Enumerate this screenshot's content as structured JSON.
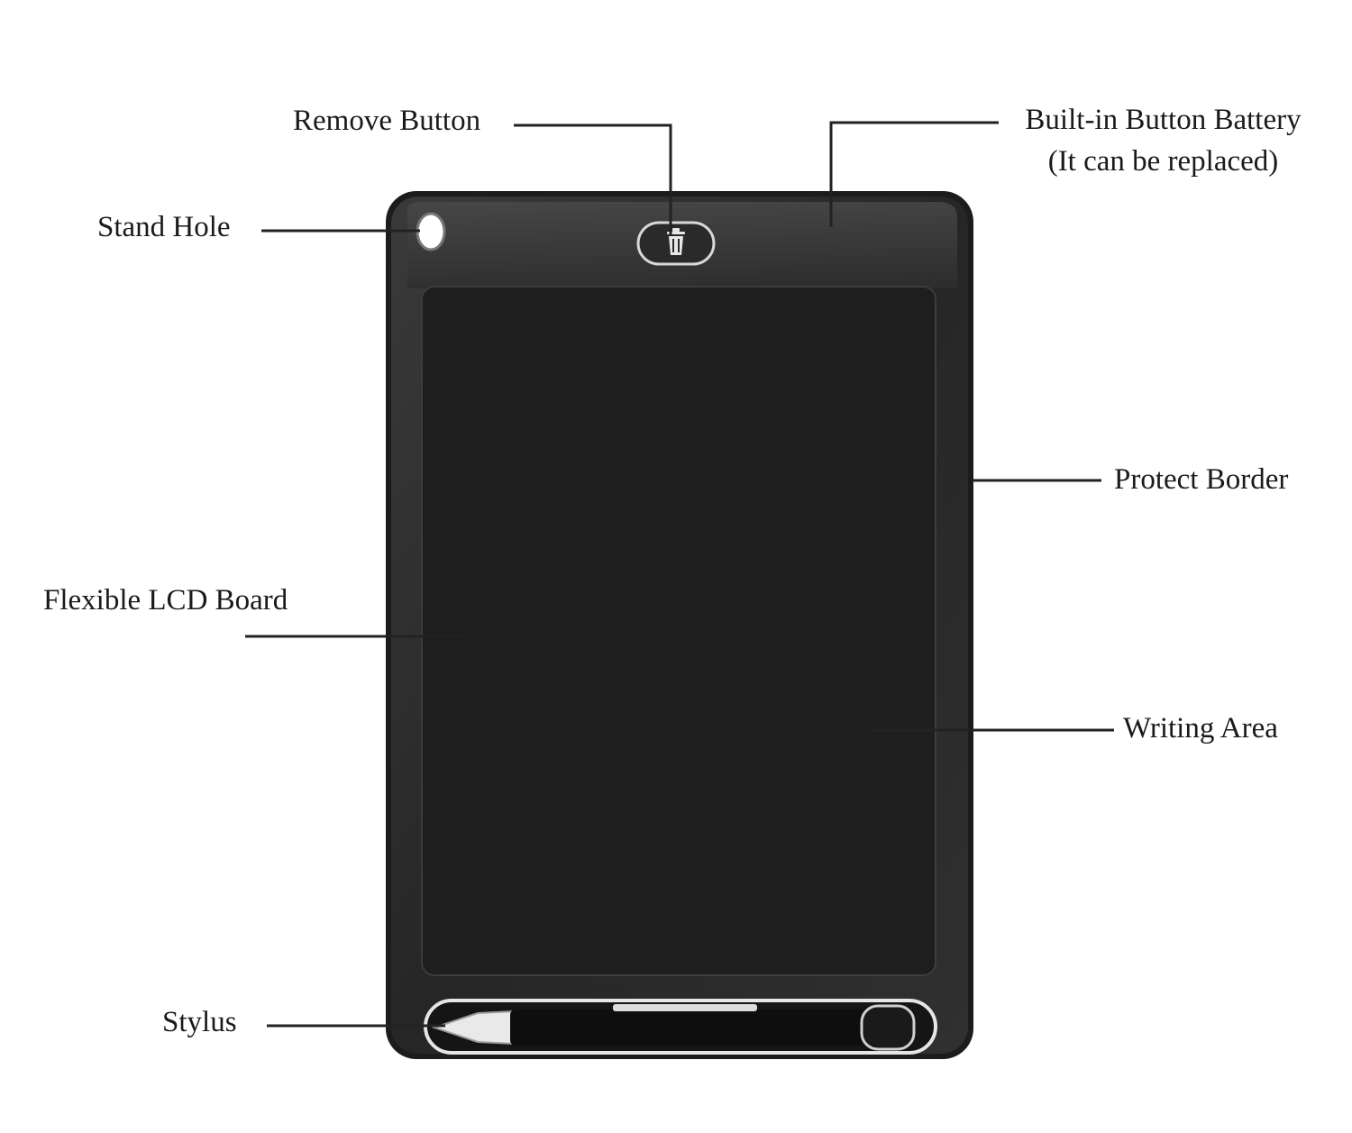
{
  "labels": {
    "remove_button": "Remove Button",
    "battery_line1": "Built-in Button Battery",
    "battery_line2": "(It can be replaced)",
    "stand_hole": "Stand Hole",
    "protect_border": "Protect Border",
    "flexible_lcd": "Flexible LCD Board",
    "writing_area": "Writing Area",
    "stylus": "Stylus"
  },
  "icons": {
    "erase_button": "trash-icon"
  },
  "colors": {
    "tablet_body": "#2b2b2b",
    "writing_surface": "#1f1f1f",
    "leader_line": "#222222",
    "label_text": "#1a1a1a"
  }
}
